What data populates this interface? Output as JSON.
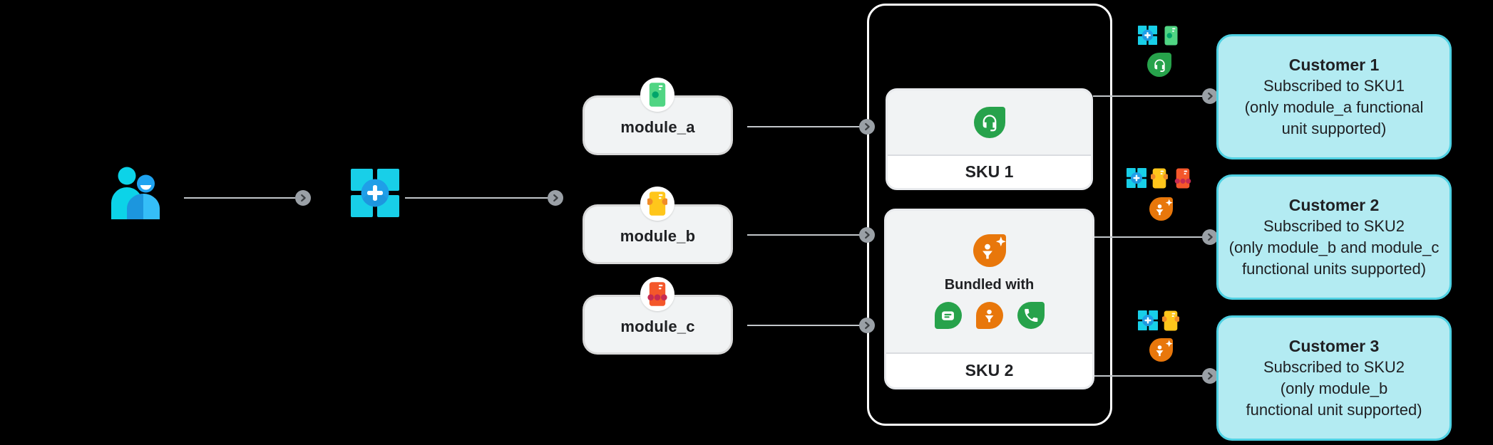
{
  "diagram": {
    "users_icon": "users-icon",
    "platform_icon": "grid-plus-icon",
    "modules": [
      {
        "label": "module_a",
        "icon": "module-a-card-icon",
        "color": "#50d583",
        "dot_color": "#00a56a"
      },
      {
        "label": "module_b",
        "icon": "module-b-card-icon",
        "color": "#ffc61b",
        "dot_color": "#f08c28"
      },
      {
        "label": "module_c",
        "icon": "module-c-card-icon",
        "color": "#f4572b",
        "dot_color": "#c62b52"
      }
    ],
    "skus": [
      {
        "label": "SKU 1",
        "icon": "headset-icon",
        "icon_color": "#27a24b"
      },
      {
        "label": "SKU 2",
        "icon": "leads-plus-icon",
        "icon_color": "#e8770b",
        "bundled_with": "Bundled with",
        "bundle_icons": [
          "chat-icon",
          "leads-icon",
          "phone-icon"
        ]
      }
    ],
    "customers": [
      {
        "title": "Customer 1",
        "line1": "Subscribed to SKU1",
        "line2": "(only module_a functional",
        "line3": "unit supported)",
        "badge_icons": [
          "grid-plus-icon",
          "module-a-card-icon",
          "headset-icon"
        ]
      },
      {
        "title": "Customer 2",
        "line1": "Subscribed to SKU2",
        "line2": "(only module_b and module_c",
        "line3": "functional units supported)",
        "badge_icons": [
          "grid-plus-icon",
          "module-b-card-icon",
          "module-c-card-icon",
          "leads-plus-icon"
        ]
      },
      {
        "title": "Customer 3",
        "line1": "Subscribed to SKU2",
        "line2": "(only module_b",
        "line3": "functional unit supported)",
        "badge_icons": [
          "grid-plus-icon",
          "module-b-card-icon",
          "leads-plus-icon"
        ]
      }
    ],
    "colors": {
      "background": "#000000",
      "line": "#c2c6ca",
      "arrow_circle": "#9aa0a6",
      "arrow_chevron": "#3c4043",
      "pill_bg": "#f1f3f4",
      "sku_footer_bg": "#ffffff",
      "sku_border": "#ffffff",
      "customer_bg": "#b3ebf2",
      "customer_border": "#4fd1e3",
      "green": "#27a24b",
      "orange": "#e8770b",
      "cyan": "#18cfe8",
      "blue": "#1f9fe8",
      "text": "#202124"
    }
  }
}
